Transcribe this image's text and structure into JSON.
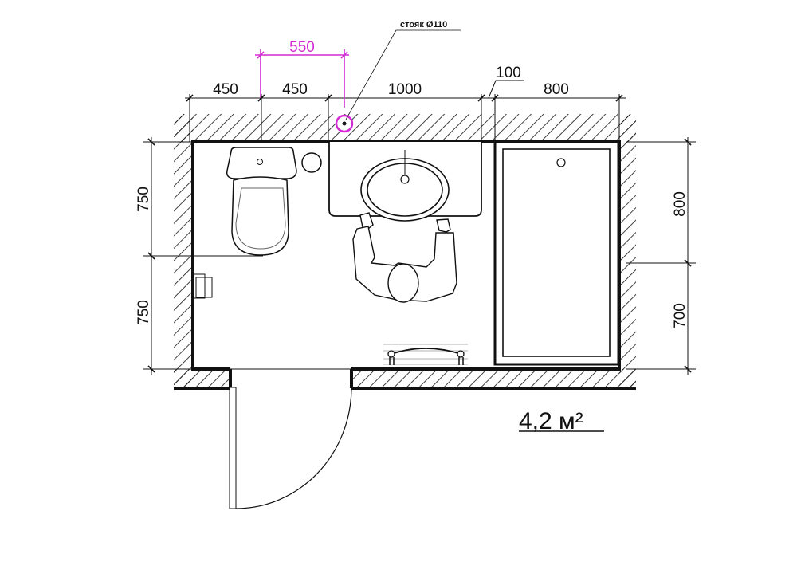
{
  "diagram": {
    "type": "bathroom-floor-plan",
    "area_label": "4,2 м²",
    "riser_label": "стояк Ø110",
    "colors": {
      "lines": "#111111",
      "highlight": "#d42ad4",
      "background": "#ffffff"
    },
    "dimensions": {
      "top": [
        {
          "id": "top-1",
          "value": "450"
        },
        {
          "id": "top-2",
          "value": "450"
        },
        {
          "id": "top-3",
          "value": "1000"
        },
        {
          "id": "top-4",
          "value": "100"
        },
        {
          "id": "top-5",
          "value": "800"
        }
      ],
      "riser_offset": "550",
      "left": [
        {
          "id": "left-1",
          "value": "750"
        },
        {
          "id": "left-2",
          "value": "750"
        }
      ],
      "right": [
        {
          "id": "right-1",
          "value": "800"
        },
        {
          "id": "right-2",
          "value": "700"
        }
      ]
    },
    "fixtures": [
      "toilet",
      "washbasin-vanity",
      "person-at-sink",
      "bathtub",
      "door",
      "towel-rail",
      "toilet-paper-holder",
      "floor-drain-round"
    ]
  }
}
